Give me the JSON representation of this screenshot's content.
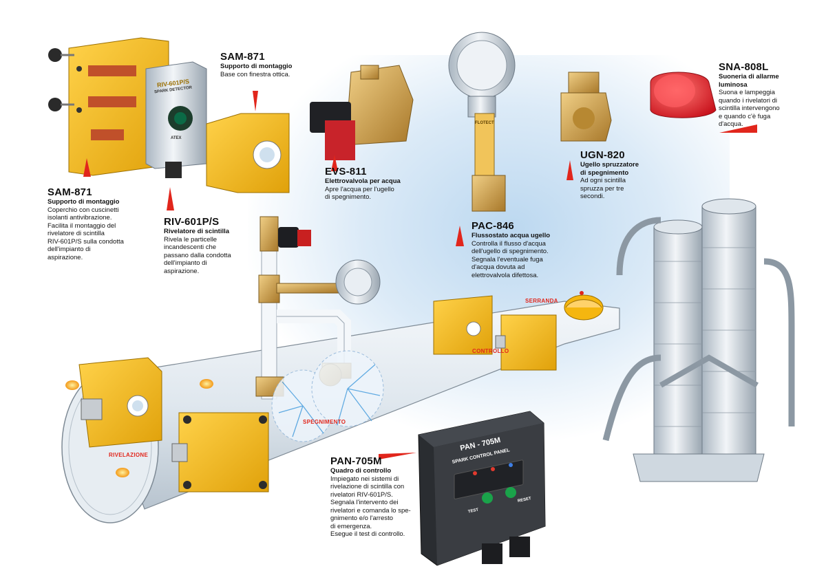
{
  "labels": {
    "sam_top": {
      "code": "SAM-871",
      "subtitle": "Supporto di montaggio",
      "description": "Base con finestra ottica."
    },
    "sam_left": {
      "code": "SAM-871",
      "subtitle": "Supporto di montaggio",
      "description": "Coperchio con cuscinetti\nisolanti antivibrazione.\nFacilita il montaggio del\nrivelatore di scintilla\nRIV-601P/S sulla condotta\ndell'impianto di\naspirazione."
    },
    "riv": {
      "code": "RIV-601P/S",
      "subtitle": "Rivelatore di scintilla",
      "description": "Rivela le particelle\nincandescenti che\npassano dalla condotta\ndell'impianto di\naspirazione."
    },
    "evs": {
      "code": "EVS-811",
      "subtitle": "Elettrovalvola per acqua",
      "description": "Apre l'acqua per l'ugello\ndi spegnimento."
    },
    "pac": {
      "code": "PAC-846",
      "subtitle": "Flussostato acqua ugello",
      "description": "Controlla il flusso d'acqua\ndell'ugello di spegnimento.\nSegnala l'eventuale fuga\nd'acqua dovuta ad\nelettrovalvola difettosa."
    },
    "ugn": {
      "code": "UGN-820",
      "subtitle": "Ugello spruzzatore\ndi spegnimento",
      "description": "Ad ogni scintilla\nspruzza per tre\nsecondi."
    },
    "sna": {
      "code": "SNA-808L",
      "subtitle": "Suoneria di allarme\nluminosa",
      "description": "Suona e lampeggia\nquando i rivelatori di\nscintilla intervengono\ne quando c'è fuga\nd'acqua."
    },
    "pan": {
      "code": "PAN-705M",
      "subtitle": "Quadro di controllo",
      "description": "Impiegato nei sistemi di\nrivelazione di scintilla con\nrivelatori RIV-601P/S.\nSegnala l'intervento dei\nrivelatori e comanda lo spe-\ngnimento e/o l'arresto\ndi emergenza.\nEsegue il test di controllo."
    }
  },
  "zones": {
    "rivelazione": "RIVELAZIONE",
    "spegnimento": "SPEGNIMENTO",
    "controllo": "CONTROLLO",
    "serranda": "SERRANDA"
  },
  "device_text": {
    "riv_model": "RIV-601P/S",
    "riv_name": "SPARK DETECTOR",
    "riv_cert": "ATEX",
    "pan_model": "PAN - 705M",
    "pan_name": "SPARK CONTROL PANEL",
    "pan_test": "TEST",
    "pan_reset": "RESET",
    "pac_brand": "FLOTECT"
  },
  "colors": {
    "accent_red": "#e1261c",
    "device_yellow": "#f5b60f",
    "duct_gray": "#c9d3dc",
    "panel_dark": "#2a2d31",
    "brass": "#c99a3a"
  }
}
